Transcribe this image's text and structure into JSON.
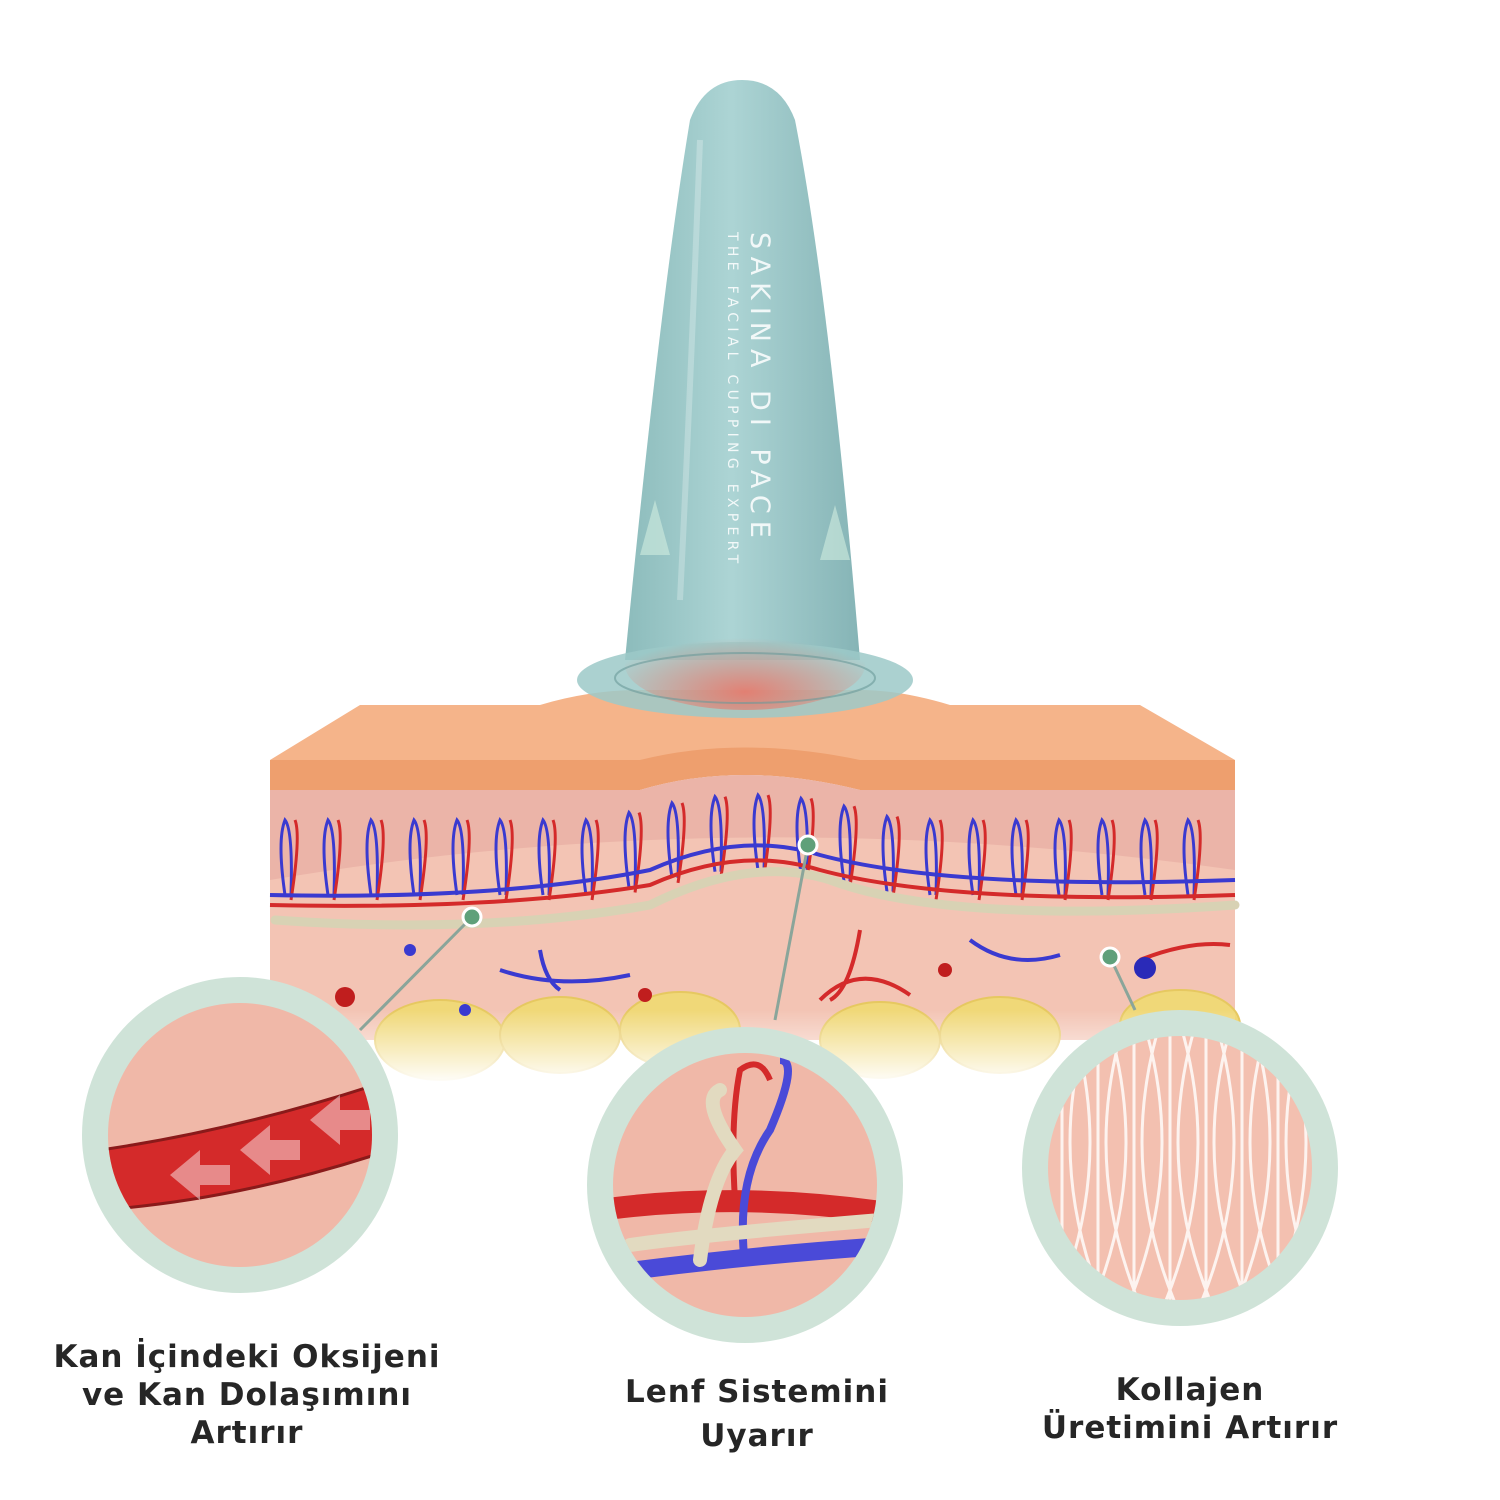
{
  "product": {
    "brand": "SAKINA DI PACE",
    "tagline": "THE FACIAL CUPPING EXPERT"
  },
  "benefits": [
    {
      "lines": [
        "Kan İçindeki Oksijeni",
        "ve Kan Dolaşımını",
        "Artırır"
      ]
    },
    {
      "lines": [
        "Lenf Sistemini",
        "Uyarır"
      ]
    },
    {
      "lines": [
        "Kollajen",
        "Üretimini Artırır"
      ]
    }
  ],
  "colors": {
    "cup": "#9cc9c8",
    "epidermis": "#f0a878",
    "dermis": "#f3c4b4",
    "artery": "#d42a2a",
    "vein": "#3a3ad0",
    "lymph": "#d8d2b4",
    "fat": "#f0d878",
    "ring": "#cfe3d8",
    "marker": "#5fa07a"
  }
}
